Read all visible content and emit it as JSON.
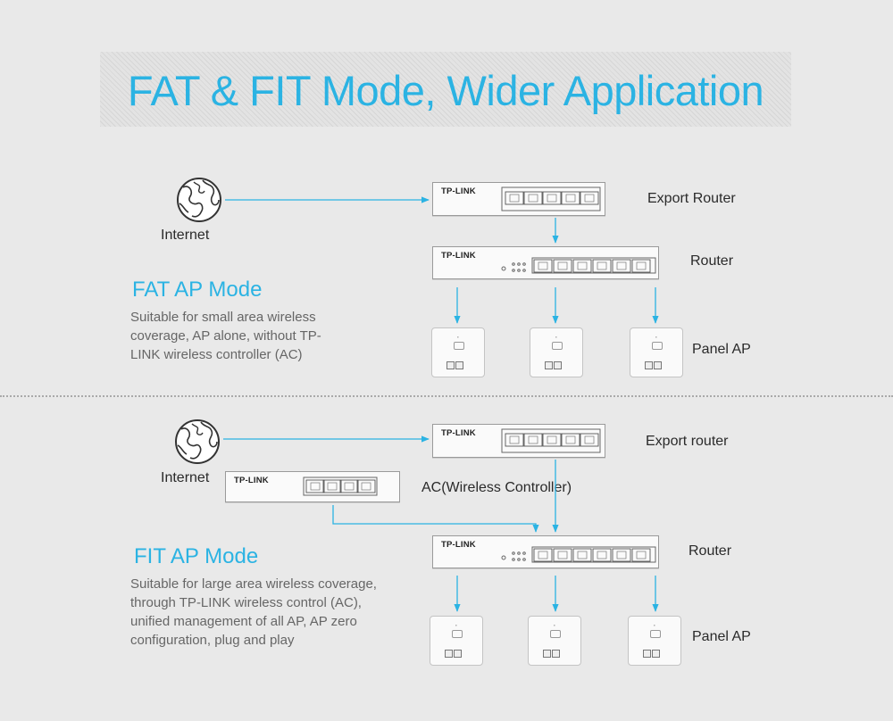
{
  "title": "FAT & FIT Mode, Wider Application",
  "brand": "TP-LINK",
  "accent_color": "#2bb3e3",
  "fat": {
    "internet": "Internet",
    "export_router": "Export Router",
    "router": "Router",
    "panel_ap": "Panel AP",
    "mode_title": "FAT AP Mode",
    "description": "Suitable for small area wireless coverage, AP alone, without TP-LINK wireless controller (AC)"
  },
  "fit": {
    "internet": "Internet",
    "export_router": "Export router",
    "ac": "AC(Wireless Controller)",
    "router": "Router",
    "panel_ap": "Panel AP",
    "mode_title": "FIT AP Mode",
    "description": "Suitable for large area wireless coverage, through TP-LINK wireless control (AC), unified management of all AP, AP zero configuration, plug and play"
  },
  "icons": {
    "internet": "globe-icon",
    "panel_ap": "panel-ap-icon"
  }
}
